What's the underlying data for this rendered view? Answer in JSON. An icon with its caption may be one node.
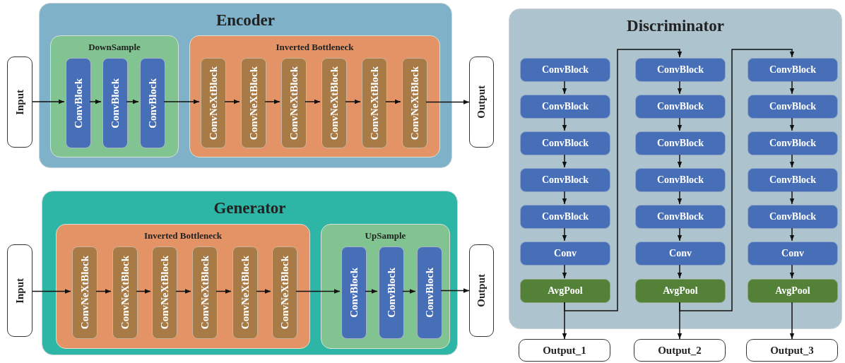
{
  "diagram": {
    "nodes": [
      {
        "text": [
          "Input"
        ]
      },
      {
        "text": [
          "Encoder"
        ]
      },
      {
        "text": [
          "DownSample"
        ],
        "in": 1
      },
      {
        "text": [
          "ConvBlock"
        ],
        "in": 2
      },
      {
        "text": [
          "ConvBlock"
        ],
        "in": 2
      },
      {
        "text": [
          "ConvBlock"
        ],
        "in": 2
      },
      {
        "text": [
          "Inverted Bottleneck"
        ],
        "in": 1
      },
      {
        "text": [
          "ConvNeXtBlock"
        ],
        "in": 6
      },
      {
        "text": [
          "ConvNeXtBlock"
        ],
        "in": 6
      },
      {
        "text": [
          "ConvNeXtBlock"
        ],
        "in": 6
      },
      {
        "text": [
          "ConvNeXtBlock"
        ],
        "in": 6
      },
      {
        "text": [
          "ConvNeXtBlock"
        ],
        "in": 6
      },
      {
        "text": [
          "ConvNeXtBlock"
        ],
        "in": 6
      },
      {
        "text": [
          "Output"
        ]
      },
      {
        "text": [
          "Input"
        ]
      },
      {
        "text": [
          "Generator"
        ]
      },
      {
        "text": [
          "Inverted Bottleneck"
        ],
        "in": 15
      },
      {
        "text": [
          "ConvNeXtBlock"
        ],
        "in": 16
      },
      {
        "text": [
          "ConvNeXtBlock"
        ],
        "in": 16
      },
      {
        "text": [
          "ConvNeXtBlock"
        ],
        "in": 16
      },
      {
        "text": [
          "ConvNeXtBlock"
        ],
        "in": 16
      },
      {
        "text": [
          "ConvNeXtBlock"
        ],
        "in": 16
      },
      {
        "text": [
          "ConvNeXtBlock"
        ],
        "in": 16
      },
      {
        "text": [
          "UpSample"
        ],
        "in": 15
      },
      {
        "text": [
          "ConvBlock"
        ],
        "in": 23
      },
      {
        "text": [
          "ConvBlock"
        ],
        "in": 23
      },
      {
        "text": [
          "ConvBlock"
        ],
        "in": 23
      },
      {
        "text": [
          "Output"
        ]
      },
      {
        "text": [
          "Discriminator"
        ]
      },
      {
        "text": [
          "ConvBlock"
        ],
        "in": 28
      },
      {
        "text": [
          "ConvBlock"
        ],
        "in": 28
      },
      {
        "text": [
          "ConvBlock"
        ],
        "in": 28
      },
      {
        "text": [
          "ConvBlock"
        ],
        "in": 28
      },
      {
        "text": [
          "ConvBlock"
        ],
        "in": 28
      },
      {
        "text": [
          "Conv"
        ],
        "in": 28
      },
      {
        "text": [
          "AvgPool"
        ],
        "in": 28
      },
      {
        "text": [
          "ConvBlock"
        ],
        "in": 28
      },
      {
        "text": [
          "ConvBlock"
        ],
        "in": 28
      },
      {
        "text": [
          "ConvBlock"
        ],
        "in": 28
      },
      {
        "text": [
          "ConvBlock"
        ],
        "in": 28
      },
      {
        "text": [
          "ConvBlock"
        ],
        "in": 28
      },
      {
        "text": [
          "Conv"
        ],
        "in": 28
      },
      {
        "text": [
          "AvgPool"
        ],
        "in": 28
      },
      {
        "text": [
          "ConvBlock"
        ],
        "in": 28
      },
      {
        "text": [
          "ConvBlock"
        ],
        "in": 28
      },
      {
        "text": [
          "ConvBlock"
        ],
        "in": 28
      },
      {
        "text": [
          "ConvBlock"
        ],
        "in": 28
      },
      {
        "text": [
          "ConvBlock"
        ],
        "in": 28
      },
      {
        "text": [
          "Conv"
        ],
        "in": 28
      },
      {
        "text": [
          "AvgPool"
        ],
        "in": 28
      },
      {
        "text": [
          "Output_1"
        ]
      },
      {
        "text": [
          "Output_2"
        ]
      },
      {
        "text": [
          "Output_3"
        ]
      }
    ],
    "edges": [
      {
        "from": 0,
        "to": 3,
        "arrow": "to"
      },
      {
        "from": 3,
        "to": 4,
        "arrow": "to"
      },
      {
        "from": 4,
        "to": 5,
        "arrow": "to"
      },
      {
        "from": 5,
        "to": 7,
        "arrow": "to"
      },
      {
        "from": 7,
        "to": 8,
        "arrow": "to"
      },
      {
        "from": 8,
        "to": 9,
        "arrow": "to"
      },
      {
        "from": 9,
        "to": 10,
        "arrow": "to"
      },
      {
        "from": 10,
        "to": 11,
        "arrow": "to"
      },
      {
        "from": 11,
        "to": 12,
        "arrow": "to"
      },
      {
        "from": 12,
        "to": 13,
        "arrow": "to"
      },
      {
        "from": 14,
        "to": 17,
        "arrow": "to"
      },
      {
        "from": 17,
        "to": 18,
        "arrow": "to"
      },
      {
        "from": 18,
        "to": 19,
        "arrow": "to"
      },
      {
        "from": 19,
        "to": 20,
        "arrow": "to"
      },
      {
        "from": 20,
        "to": 21,
        "arrow": "to"
      },
      {
        "from": 21,
        "to": 22,
        "arrow": "to"
      },
      {
        "from": 22,
        "to": 24,
        "arrow": "to"
      },
      {
        "from": 24,
        "to": 25,
        "arrow": "to"
      },
      {
        "from": 25,
        "to": 26,
        "arrow": "to"
      },
      {
        "from": 26,
        "to": 27,
        "arrow": "to"
      },
      {
        "from": 29,
        "to": 30,
        "arrow": "to"
      },
      {
        "from": 30,
        "to": 31,
        "arrow": "to"
      },
      {
        "from": 31,
        "to": 32,
        "arrow": "to"
      },
      {
        "from": 32,
        "to": 33,
        "arrow": "to"
      },
      {
        "from": 33,
        "to": 34,
        "arrow": "to"
      },
      {
        "from": 34,
        "to": 35,
        "arrow": "to"
      },
      {
        "from": 35,
        "to": 50,
        "arrow": "to"
      },
      {
        "from": 35,
        "to": 36,
        "arrow": "to"
      },
      {
        "from": 36,
        "to": 37,
        "arrow": "to"
      },
      {
        "from": 37,
        "to": 38,
        "arrow": "to"
      },
      {
        "from": 38,
        "to": 39,
        "arrow": "to"
      },
      {
        "from": 39,
        "to": 40,
        "arrow": "to"
      },
      {
        "from": 40,
        "to": 41,
        "arrow": "to"
      },
      {
        "from": 41,
        "to": 42,
        "arrow": "to"
      },
      {
        "from": 42,
        "to": 51,
        "arrow": "to"
      },
      {
        "from": 42,
        "to": 43,
        "arrow": "to"
      },
      {
        "from": 43,
        "to": 44,
        "arrow": "to"
      },
      {
        "from": 44,
        "to": 45,
        "arrow": "to"
      },
      {
        "from": 45,
        "to": 46,
        "arrow": "to"
      },
      {
        "from": 46,
        "to": 47,
        "arrow": "to"
      },
      {
        "from": 47,
        "to": 48,
        "arrow": "to"
      },
      {
        "from": 48,
        "to": 49,
        "arrow": "to"
      },
      {
        "from": 49,
        "to": 52,
        "arrow": "to"
      }
    ]
  }
}
